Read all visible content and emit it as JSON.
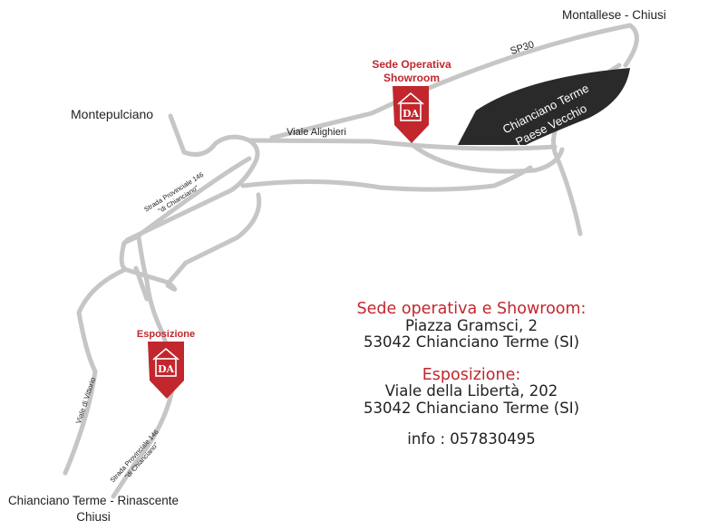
{
  "map": {
    "places": {
      "montallese": "Montallese - Chiusi",
      "montepulciano": "Montepulciano",
      "rinascente": "Chianciano Terme - Rinascente",
      "chiusi": "Chiusi"
    },
    "roads": {
      "sp30": "SP30",
      "viale_alighieri": "Viale Alighieri",
      "provinciale_upper_line1": "Strada Provinciale 146",
      "provinciale_upper_line2": "\"di Chianciano\"",
      "viale_vittorio": "Viale di Vittorio",
      "provinciale_lower_line1": "Strada Provinciale 146",
      "provinciale_lower_line2": "\"di Chianciano\""
    },
    "area": {
      "line1": "Chianciano Terme",
      "line2": "Paese Vecchio"
    },
    "markers": {
      "sede_line1": "Sede Operativa",
      "sede_line2": "Showroom",
      "esposizione": "Esposizione",
      "logo_text": "DA"
    }
  },
  "info": {
    "sede_heading": "Sede operativa e Showroom:",
    "sede_address1": "Piazza Gramsci, 2",
    "sede_address2": "53042 Chianciano Terme (SI)",
    "esposizione_heading": "Esposizione:",
    "esposizione_address1": "Viale della Libertà, 202",
    "esposizione_address2": "53042 Chianciano Terme (SI)",
    "contact": "info : 057830495"
  },
  "colors": {
    "accent": "#c1272d",
    "road": "#c6c6c6",
    "area": "#2a2a2a",
    "text": "#222222"
  }
}
